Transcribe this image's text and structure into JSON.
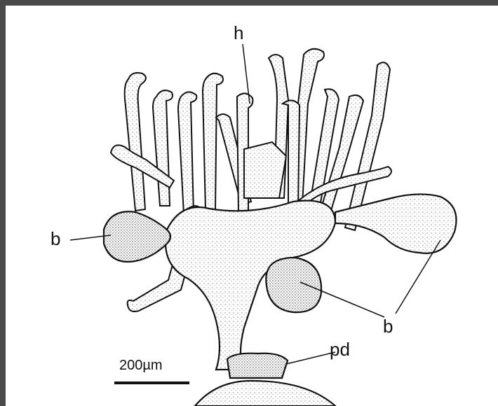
{
  "figure": {
    "labels": {
      "hypostome": "h",
      "bud_left": "b",
      "bud_right": "b",
      "peduncle": "pd"
    },
    "scale_bar": {
      "text": "200µm",
      "value": 200,
      "unit": "µm"
    }
  },
  "colors": {
    "background": "#4a4a4a",
    "paper": "#ffffff",
    "ink": "#111111"
  }
}
